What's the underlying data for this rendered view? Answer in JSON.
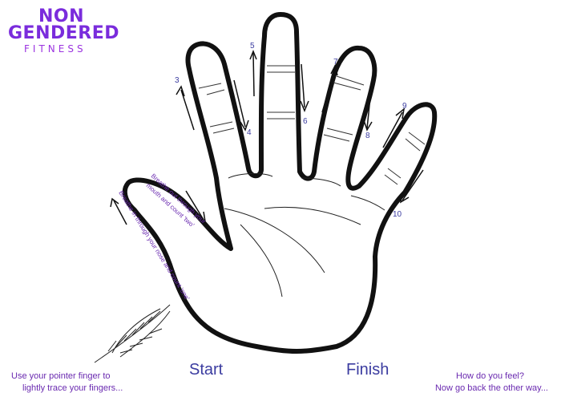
{
  "logo": {
    "line1": "NON",
    "line2": "GENDERED",
    "line3": "FITNESS"
  },
  "labels": {
    "start": "Start",
    "finish": "Finish",
    "instruction_line1": "Use your pointer finger to",
    "instruction_line2": "lightly trace your fingers...",
    "feel_line1": "How do you feel?",
    "feel_line2": "Now go back the other way..."
  },
  "breath": {
    "in": "Breathe in through your nose and count 'one'",
    "out_line1": "Breathe out through your",
    "out_line2": "mouth and count 'two'"
  },
  "numbers": [
    "3",
    "4",
    "5",
    "6",
    "7",
    "8",
    "9",
    "10"
  ],
  "colors": {
    "brand_purple": "#7a2cdc",
    "text_purple": "#6a2ab0",
    "number_blue": "#3b3ca0",
    "outline": "#111111"
  }
}
